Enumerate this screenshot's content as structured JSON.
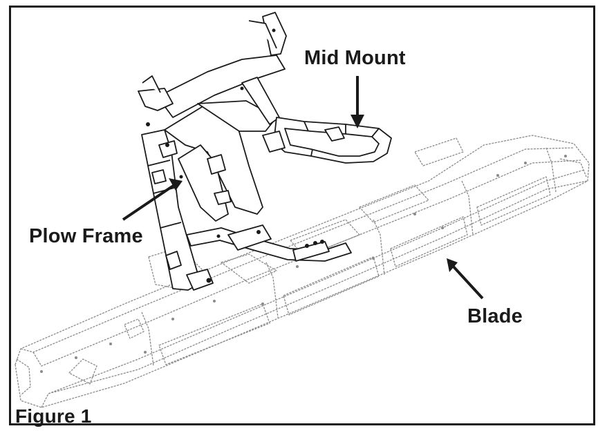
{
  "figure": {
    "caption": "Figure 1",
    "callouts": {
      "mid_mount": "Mid Mount",
      "plow_frame": "Plow Frame",
      "blade": "Blade"
    },
    "colors": {
      "line": "#1a1a1a",
      "faint_line": "#8a8a8a",
      "background": "#ffffff"
    }
  }
}
